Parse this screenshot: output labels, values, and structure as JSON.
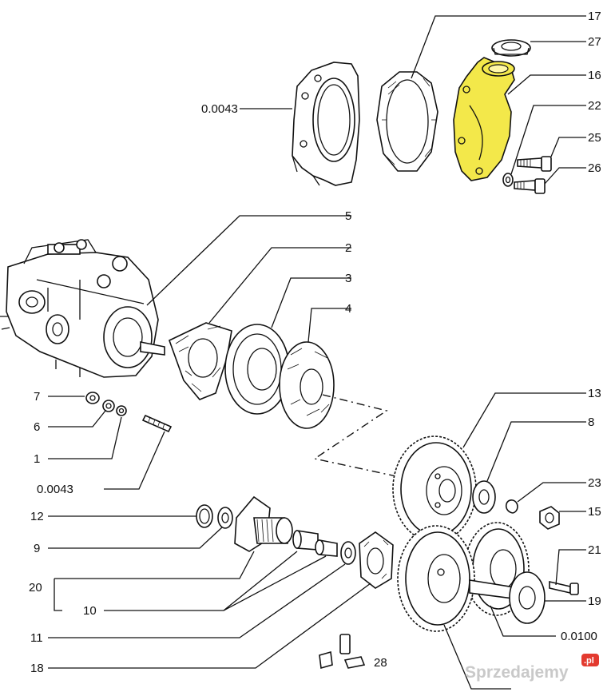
{
  "diagram": {
    "callouts": [
      {
        "id": "c17",
        "label": "17"
      },
      {
        "id": "c27",
        "label": "27"
      },
      {
        "id": "c16",
        "label": "16"
      },
      {
        "id": "c22",
        "label": "22"
      },
      {
        "id": "c25",
        "label": "25"
      },
      {
        "id": "c26",
        "label": "26"
      },
      {
        "id": "c0043a",
        "label": "0.0043"
      },
      {
        "id": "c5",
        "label": "5"
      },
      {
        "id": "c2",
        "label": "2"
      },
      {
        "id": "c3",
        "label": "3"
      },
      {
        "id": "c4",
        "label": "4"
      },
      {
        "id": "c7",
        "label": "7"
      },
      {
        "id": "c6",
        "label": "6"
      },
      {
        "id": "c1",
        "label": "1"
      },
      {
        "id": "c0043b",
        "label": "0.0043"
      },
      {
        "id": "c13",
        "label": "13"
      },
      {
        "id": "c8",
        "label": "8"
      },
      {
        "id": "c23",
        "label": "23"
      },
      {
        "id": "c15",
        "label": "15"
      },
      {
        "id": "c12",
        "label": "12"
      },
      {
        "id": "c9",
        "label": "9"
      },
      {
        "id": "c20",
        "label": "20"
      },
      {
        "id": "c10",
        "label": "10"
      },
      {
        "id": "c21",
        "label": "21"
      },
      {
        "id": "c19",
        "label": "19"
      },
      {
        "id": "c11",
        "label": "11"
      },
      {
        "id": "c0100",
        "label": "0.0100"
      },
      {
        "id": "c18",
        "label": "18"
      },
      {
        "id": "c28",
        "label": "28"
      }
    ],
    "highlight_color": "#f3e84a"
  },
  "watermark": {
    "text": "Sprzedajemy",
    "badge": ".pl"
  }
}
